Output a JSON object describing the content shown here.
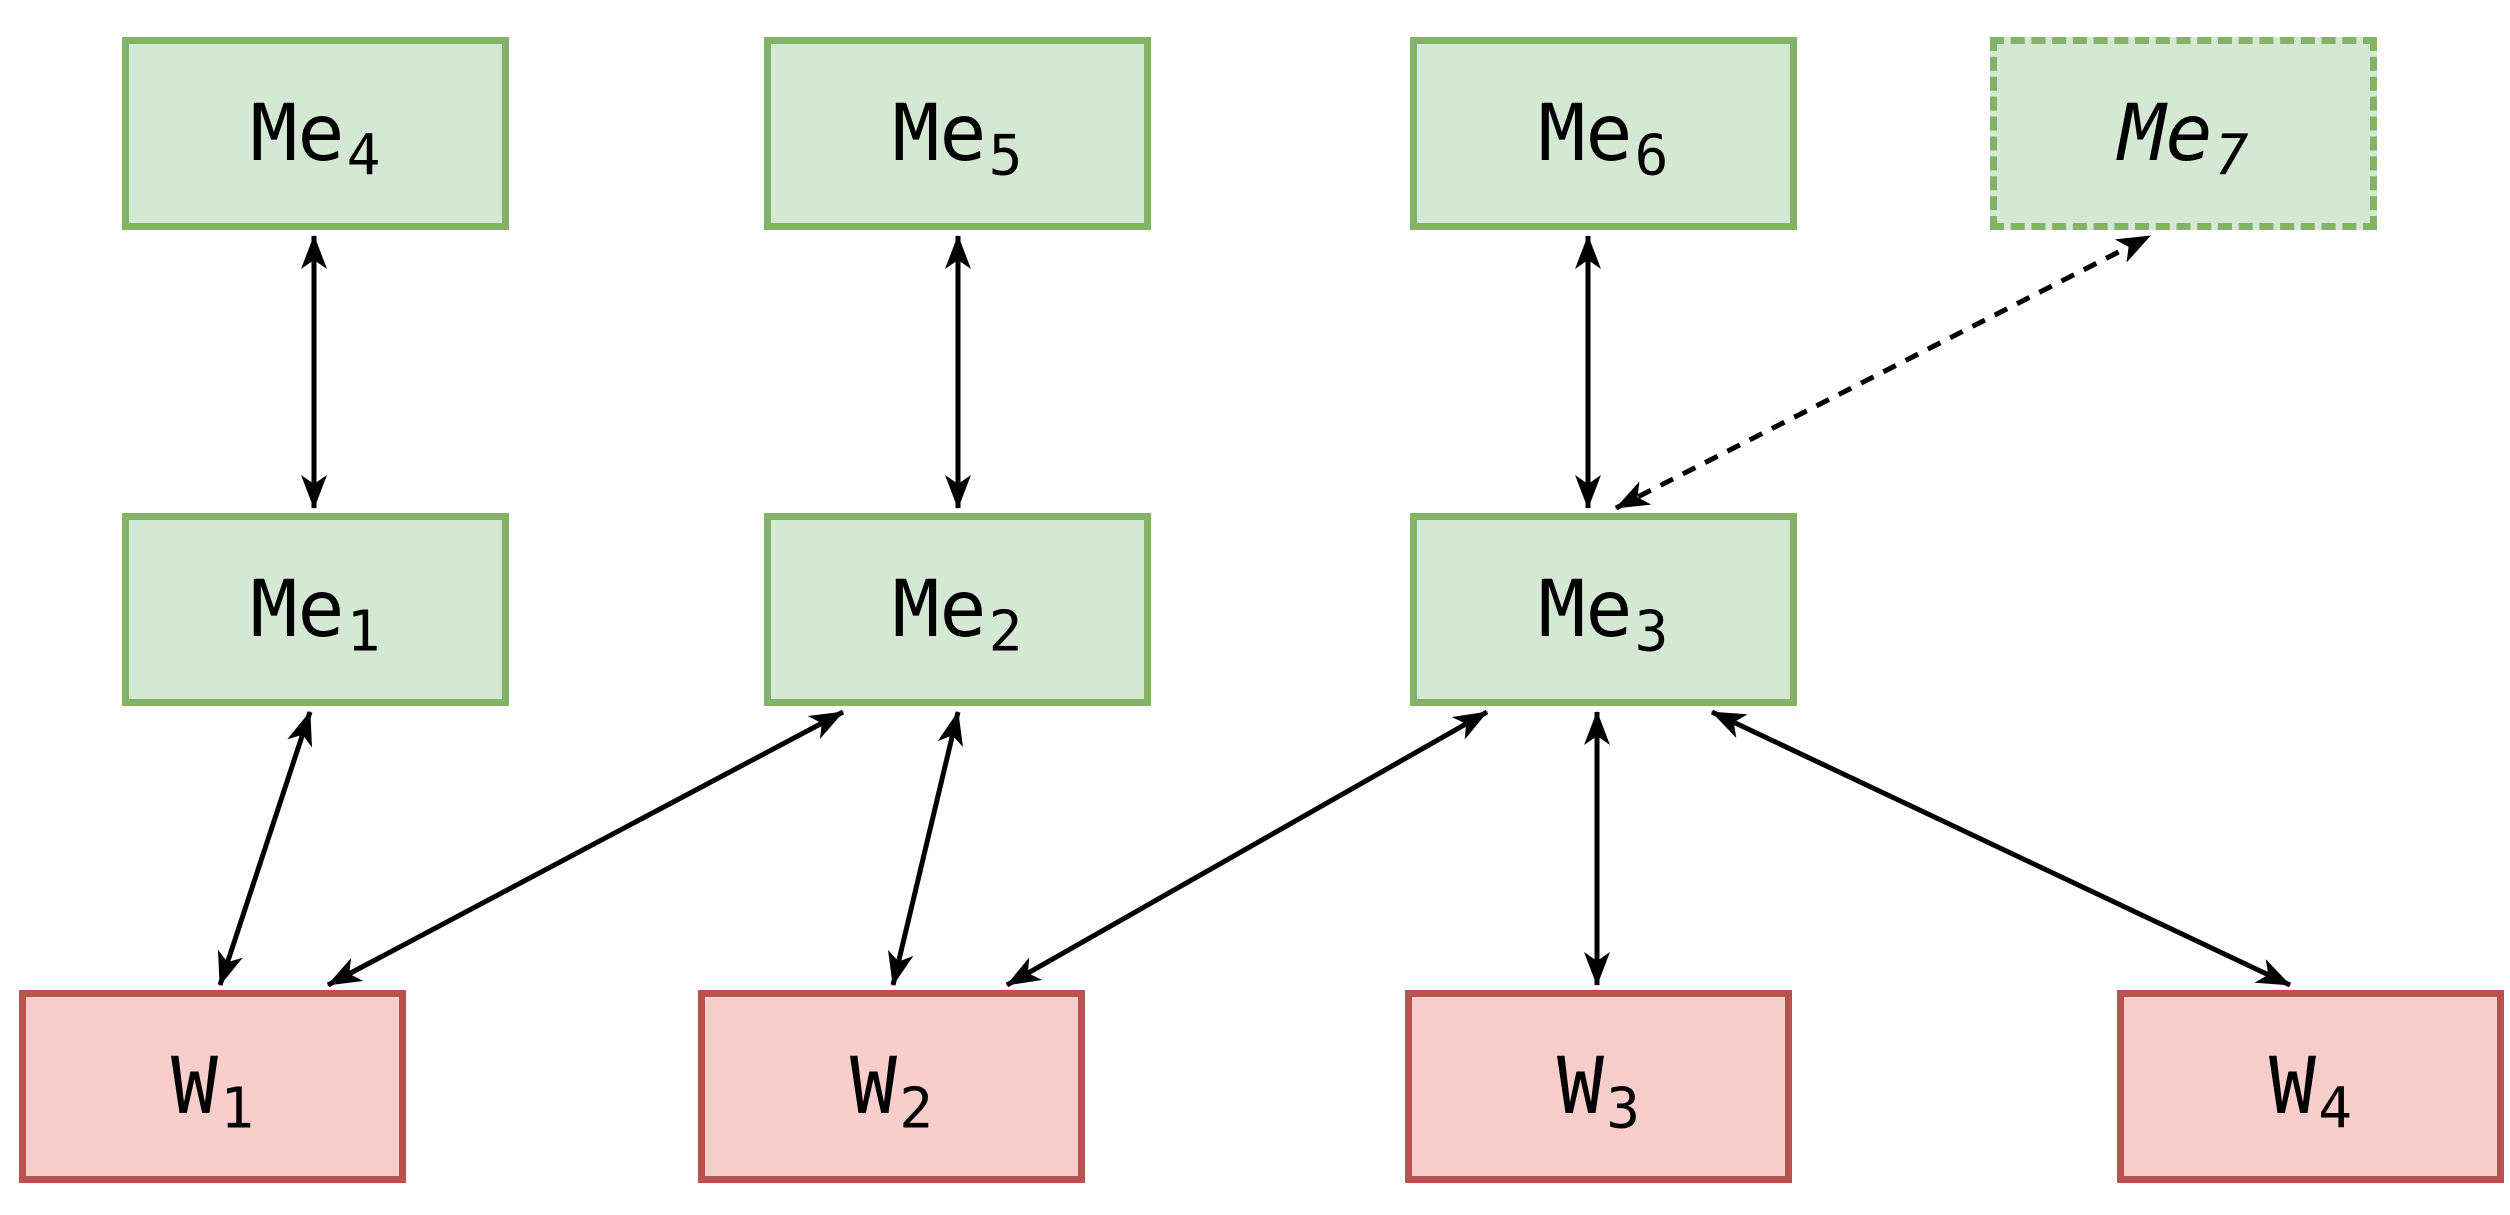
{
  "diagram": {
    "nodes": [
      {
        "id": "Me4",
        "base": "Me",
        "sub": "4",
        "color": "green",
        "border": "solid",
        "italic": false
      },
      {
        "id": "Me5",
        "base": "Me",
        "sub": "5",
        "color": "green",
        "border": "solid",
        "italic": false
      },
      {
        "id": "Me6",
        "base": "Me",
        "sub": "6",
        "color": "green",
        "border": "solid",
        "italic": false
      },
      {
        "id": "Me7",
        "base": "Me",
        "sub": "7",
        "color": "green",
        "border": "dashed",
        "italic": true
      },
      {
        "id": "Me1",
        "base": "Me",
        "sub": "1",
        "color": "green",
        "border": "solid",
        "italic": false
      },
      {
        "id": "Me2",
        "base": "Me",
        "sub": "2",
        "color": "green",
        "border": "solid",
        "italic": false
      },
      {
        "id": "Me3",
        "base": "Me",
        "sub": "3",
        "color": "green",
        "border": "solid",
        "italic": false
      },
      {
        "id": "W1",
        "base": "W",
        "sub": "1",
        "color": "red",
        "border": "solid",
        "italic": false
      },
      {
        "id": "W2",
        "base": "W",
        "sub": "2",
        "color": "red",
        "border": "solid",
        "italic": false
      },
      {
        "id": "W3",
        "base": "W",
        "sub": "3",
        "color": "red",
        "border": "solid",
        "italic": false
      },
      {
        "id": "W4",
        "base": "W",
        "sub": "4",
        "color": "red",
        "border": "solid",
        "italic": false
      }
    ],
    "edges": [
      {
        "from": "Me4",
        "to": "Me1",
        "style": "solid",
        "arrows": "both"
      },
      {
        "from": "Me5",
        "to": "Me2",
        "style": "solid",
        "arrows": "both"
      },
      {
        "from": "Me6",
        "to": "Me3",
        "style": "solid",
        "arrows": "both"
      },
      {
        "from": "Me3",
        "to": "Me7",
        "style": "dashed",
        "arrows": "both"
      },
      {
        "from": "Me1",
        "to": "W1",
        "style": "solid",
        "arrows": "both"
      },
      {
        "from": "Me2",
        "to": "W1",
        "style": "solid",
        "arrows": "both"
      },
      {
        "from": "Me2",
        "to": "W2",
        "style": "solid",
        "arrows": "both"
      },
      {
        "from": "Me3",
        "to": "W2",
        "style": "solid",
        "arrows": "both"
      },
      {
        "from": "Me3",
        "to": "W3",
        "style": "solid",
        "arrows": "both"
      },
      {
        "from": "Me3",
        "to": "W4",
        "style": "solid",
        "arrows": "both"
      }
    ],
    "colors": {
      "green_fill": "#d5e8d4",
      "green_stroke": "#82b366",
      "red_fill": "#f8cecc",
      "red_stroke": "#b85450",
      "arrow": "#000000",
      "background": "#ffffff"
    }
  }
}
